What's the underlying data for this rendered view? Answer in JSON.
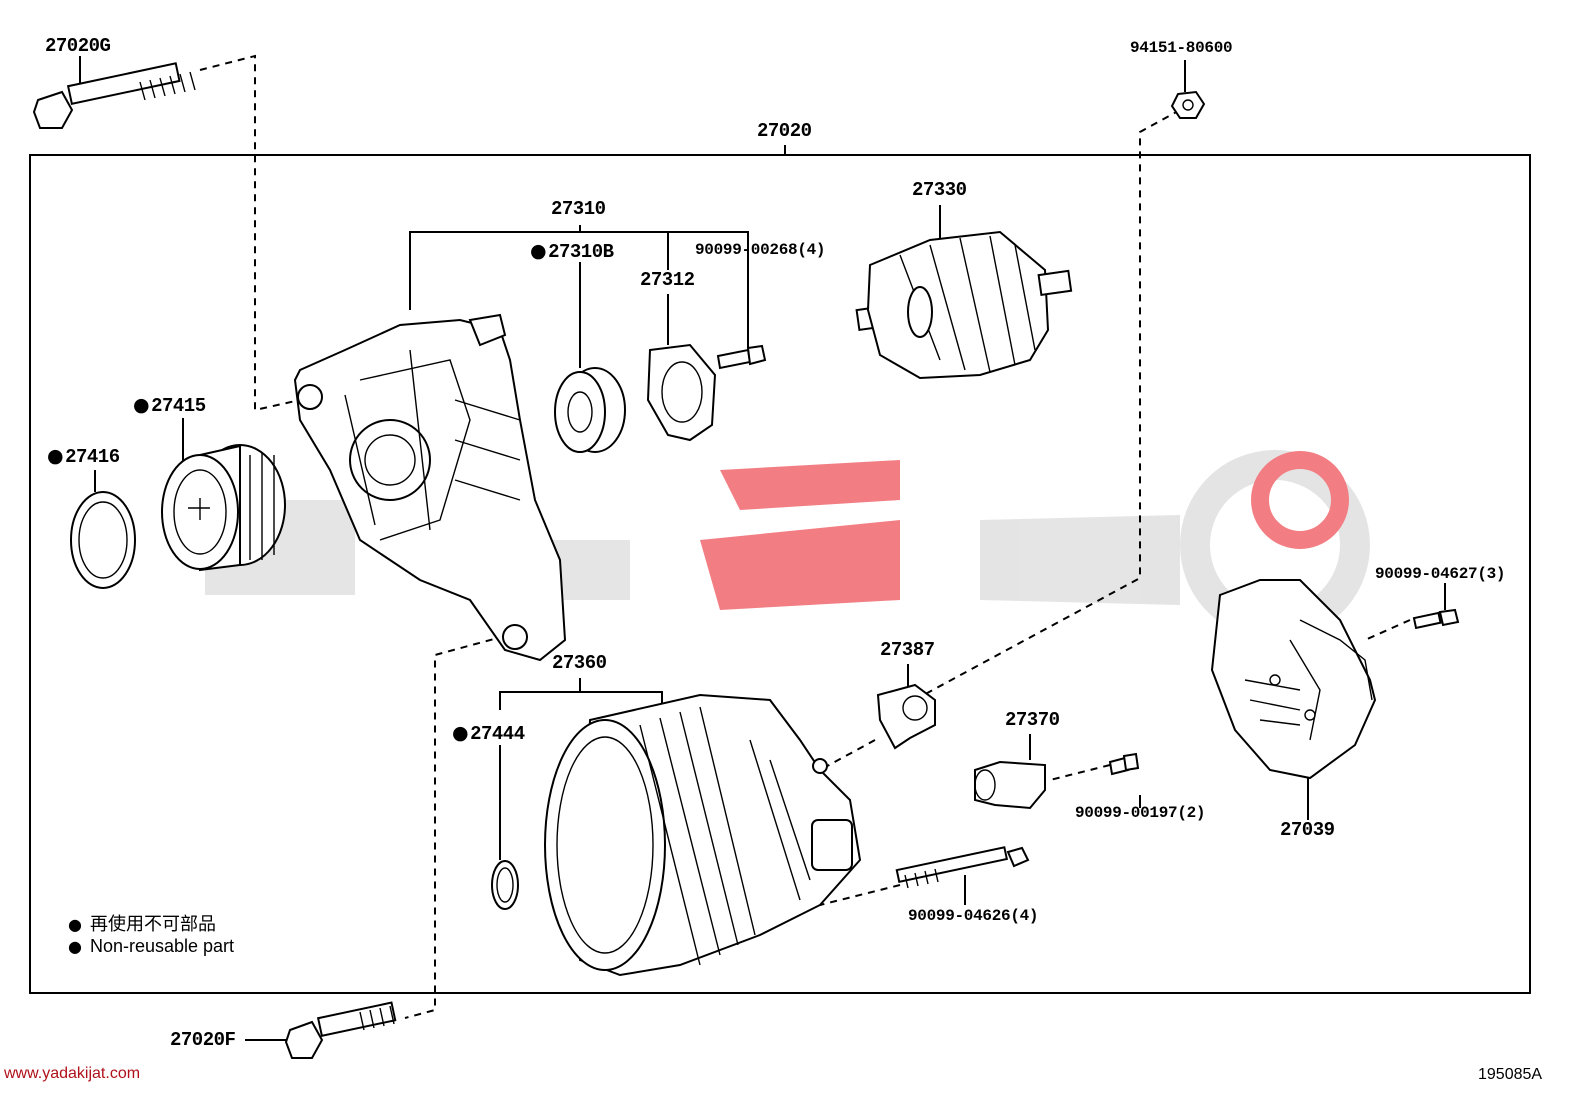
{
  "assembly_label": "27020",
  "parts": {
    "bolt_top": "27020G",
    "bolt_bottom": "27020F",
    "nut": "94151-80600",
    "frame": "27310",
    "bearing": "27310B",
    "retainer": "27312",
    "retainer_screw": "90099-00268(4)",
    "rotor": "27330",
    "pulley": "27415",
    "pulley_washer": "27416",
    "stator_frame": "27360",
    "o_ring": "27444",
    "insulator": "27387",
    "terminal": "27370",
    "terminal_screw": "90099-00197(2)",
    "cover": "27039",
    "cover_screw": "90099-04627(3)",
    "through_bolt": "90099-04626(4)"
  },
  "legend": {
    "line1": "再使用不可部品",
    "line2": "Non-reusable part"
  },
  "diagram_code": "195085A",
  "footer_url": "www.yadakijat.com",
  "colors": {
    "watermark_red": "#e8141e",
    "watermark_gray": "#d9d9d9",
    "line": "#000000"
  }
}
